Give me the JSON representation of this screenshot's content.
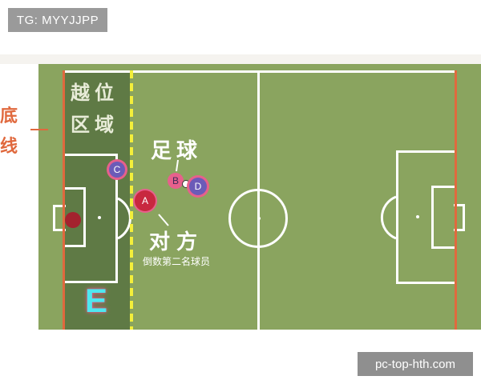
{
  "watermarks": {
    "top_left": "TG: MYYJJPP",
    "bottom_right": "pc-top-hth.com"
  },
  "labels": {
    "offside_zone_line1": "越位",
    "offside_zone_line2": "区域",
    "goal_line_1": "底",
    "goal_line_2": "线",
    "ball": "足球",
    "opponent": "对方",
    "second_last": "倒数第二名球员",
    "zone_e": "E"
  },
  "players": {
    "a": "A",
    "b": "B",
    "c": "C",
    "d": "D"
  },
  "colors": {
    "pitch": "#8aa45f",
    "offside_zone": "#5f7a45",
    "goal_line": "#e0693e",
    "offside_line": "#f3ef3a",
    "player_red": "#c8283f",
    "player_pink": "#e7608c",
    "player_purple": "#6b5bb8"
  }
}
